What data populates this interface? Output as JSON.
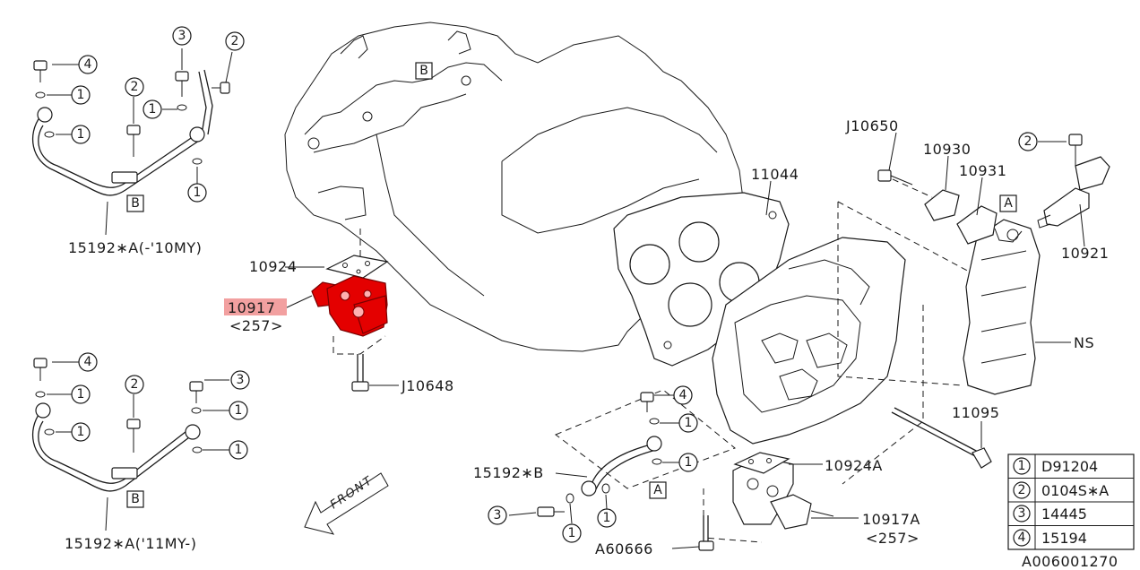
{
  "diagram_id": "A006001270",
  "highlighted_part": {
    "number": "10917",
    "qty": "<257>"
  },
  "part_labels": {
    "p10917": "10917",
    "p10917_qty": "<257>",
    "p10924": "10924",
    "p10924A": "10924A",
    "p10917A": "10917A",
    "p10917A_qty": "<257>",
    "pJ10648": "J10648",
    "pJ10650": "J10650",
    "p10930": "10930",
    "p10931": "10931",
    "p10921": "10921",
    "p11044": "11044",
    "p11095": "11095",
    "pNS": "NS",
    "p15192A_old": "15192∗A(-'10MY)",
    "p15192A_new": "15192∗A('11MY-)",
    "p15192B": "15192∗B",
    "pA60666": "A60666",
    "front": "FRONT"
  },
  "ref_markers": {
    "B": "B",
    "A": "A"
  },
  "callouts": {
    "c1": "1",
    "c2": "2",
    "c3": "3",
    "c4": "4"
  },
  "legend": [
    {
      "num": "1",
      "part": "D91204"
    },
    {
      "num": "2",
      "part": "0104S∗A"
    },
    {
      "num": "3",
      "part": "14445"
    },
    {
      "num": "4",
      "part": "15194"
    }
  ],
  "colors": {
    "highlight": "#e40000",
    "label_highlight": "#f2a0a0",
    "line": "#1a1a1a"
  }
}
